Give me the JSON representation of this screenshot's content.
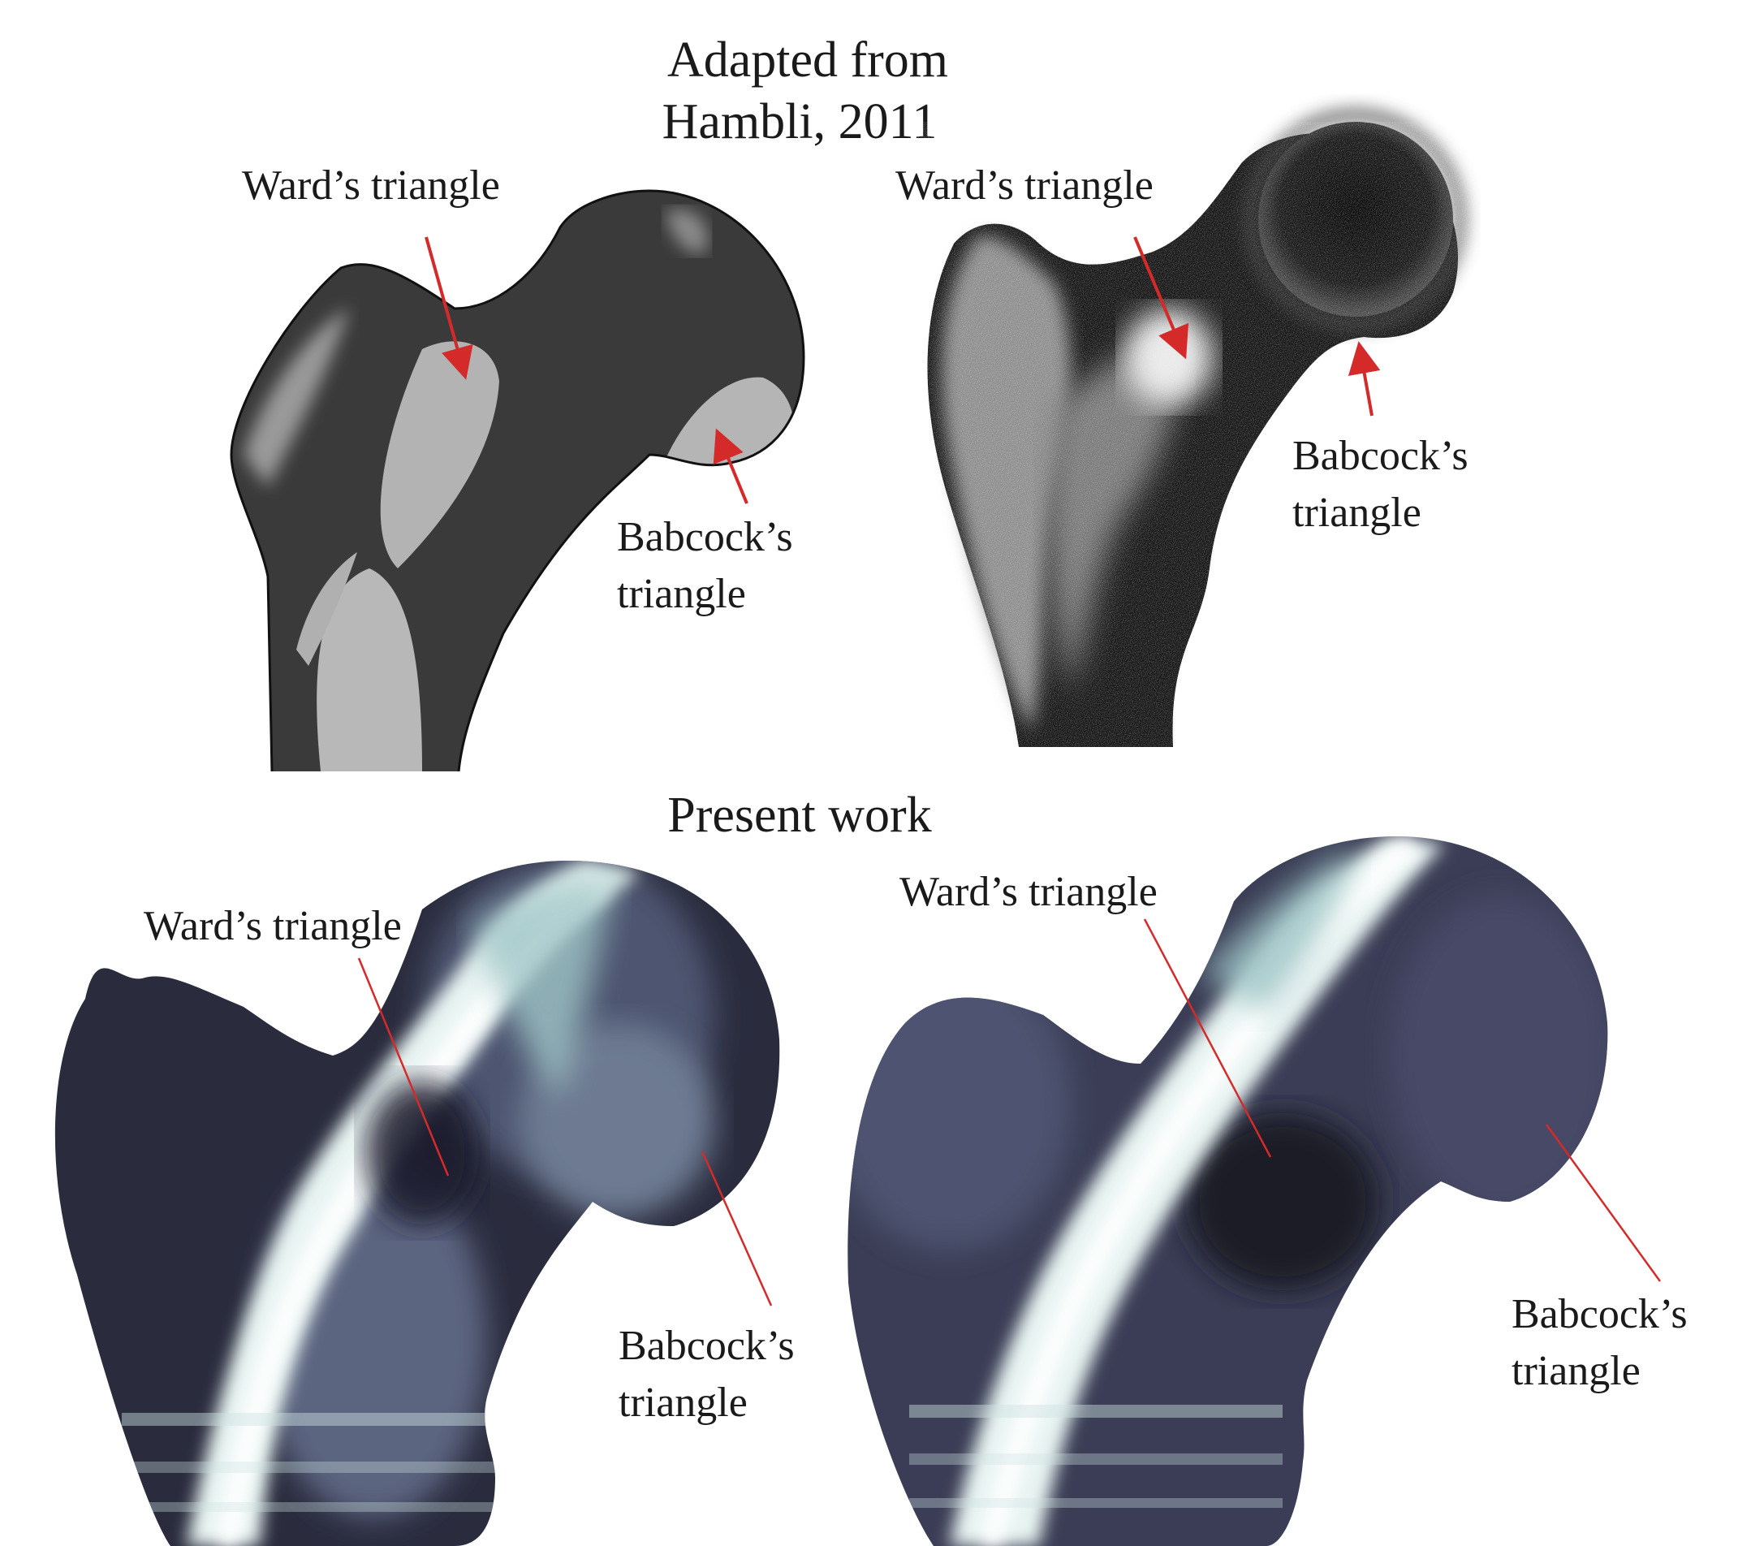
{
  "top_title": {
    "line1": "Adapted from",
    "line2": "Hambli, 2011"
  },
  "bottom_title": "Present work",
  "panels": {
    "top_left": {
      "wards": "Ward’s triangle",
      "babcock_line1": "Babcock’s",
      "babcock_line2": "triangle"
    },
    "top_right": {
      "wards": "Ward’s triangle",
      "babcock_line1": "Babcock’s",
      "babcock_line2": "triangle"
    },
    "bottom_left": {
      "wards": "Ward’s triangle",
      "babcock_line1": "Babcock’s",
      "babcock_line2": "triangle"
    },
    "bottom_right": {
      "wards": "Ward’s triangle",
      "babcock_line1": "Babcock’s",
      "babcock_line2": "triangle"
    }
  },
  "colors": {
    "arrow": "#d42a2a",
    "bone_dark": "#3a3a3a",
    "bone_light": "#b8b8b8",
    "density_dark": "#2a2c3e",
    "density_light": "#e8f4f2"
  }
}
